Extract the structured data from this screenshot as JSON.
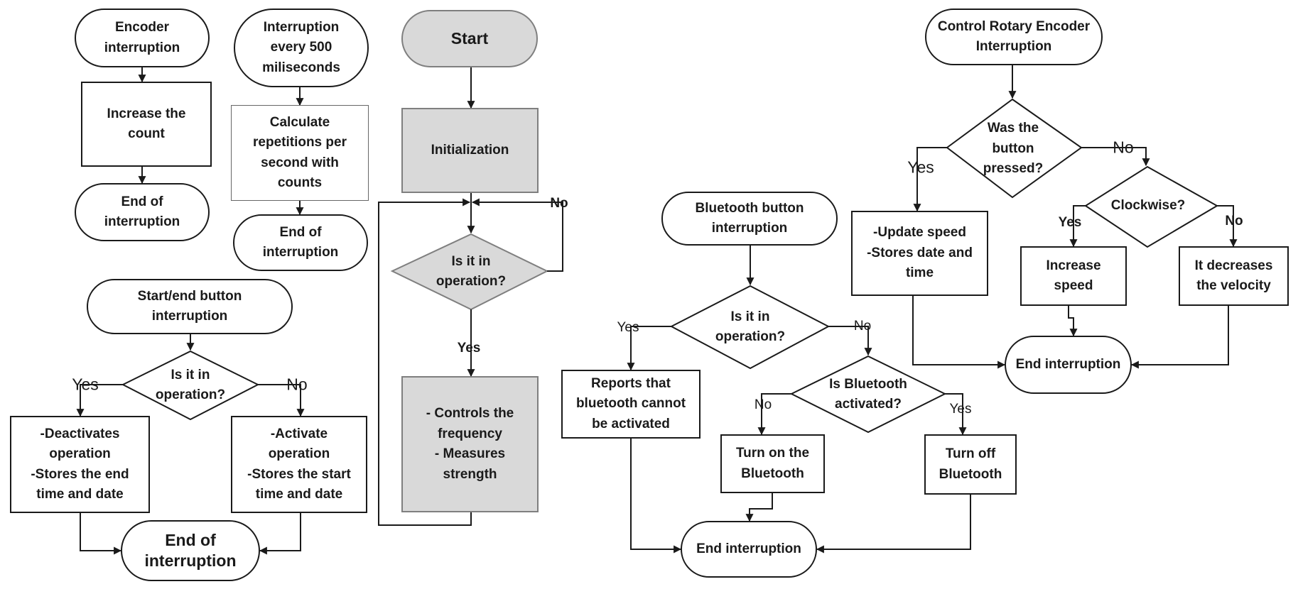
{
  "encoder": {
    "start": "Encoder\ninterruption",
    "process": "Increase the\ncount",
    "end": "End of\ninterruption"
  },
  "timer": {
    "start": "Interruption\nevery 500\nmiliseconds",
    "process": "Calculate\nrepetitions per\nsecond with\ncounts",
    "end": "End of\ninterruption"
  },
  "main": {
    "start": "Start",
    "init": "Initialization",
    "decision": "Is it in\noperation?",
    "process": "- Controls the\nfrequency\n- Measures\nstrength",
    "yes": "Yes",
    "no": "No"
  },
  "startend": {
    "start": "Start/end button\ninterruption",
    "decision": "Is it in\noperation?",
    "yes_box": "-Deactivates\noperation\n-Stores the end\ntime and date",
    "no_box": "-Activate\noperation\n-Stores the start\ntime and date",
    "end": "End of\ninterruption",
    "yes": "Yes",
    "no": "No"
  },
  "bluetooth": {
    "start": "Bluetooth button\ninterruption",
    "decision1": "Is it in\noperation?",
    "report": "Reports that\nbluetooth cannot\nbe activated",
    "decision2": "Is Bluetooth\nactivated?",
    "turn_on": "Turn on the\nBluetooth",
    "turn_off": "Turn off\nBluetooth",
    "end": "End interruption",
    "yes1": "Yes",
    "no1": "No",
    "no2": "No",
    "yes2": "Yes"
  },
  "rotary": {
    "start": "Control Rotary Encoder\nInterruption",
    "decision1": "Was the\nbutton\npressed?",
    "update": "-Update speed\n-Stores date and\ntime",
    "decision2": "Clockwise?",
    "increase": "Increase\nspeed",
    "decrease": "It decreases\nthe velocity",
    "end": "End interruption",
    "yes1": "Yes",
    "no1": "No",
    "yes2": "Yes",
    "no2": "No"
  }
}
